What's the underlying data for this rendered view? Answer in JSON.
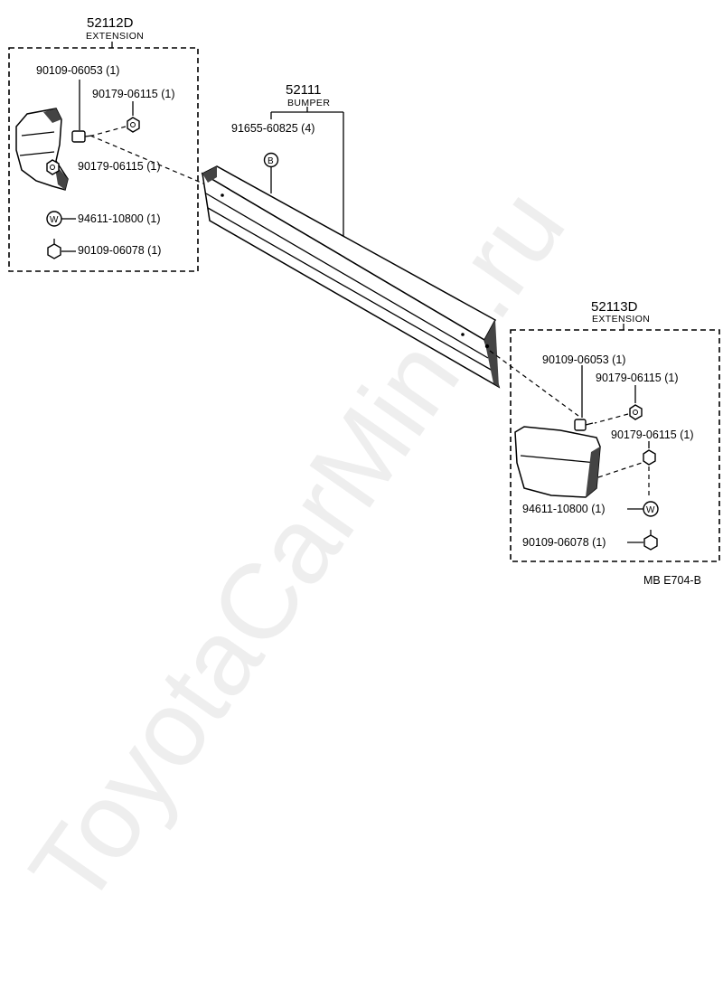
{
  "watermark": "ToyotaCarMine.ru",
  "ref_code": "MB  E704-B",
  "bumper": {
    "code": "52111",
    "caption": "BUMPER",
    "bolt_label": "91655-60825 (4)",
    "bolt_symbol": "B"
  },
  "left_extension": {
    "code": "52112D",
    "caption": "EXTENSION",
    "labels": {
      "bolt_top": "90109-06053 (1)",
      "nut_top": "90179-06115 (1)",
      "nut_mid": "90179-06115 (1)",
      "washer": "94611-10800 (1)",
      "bolt_bottom": "90109-06078 (1)"
    },
    "washer_symbol": "W"
  },
  "right_extension": {
    "code": "52113D",
    "caption": "EXTENSION",
    "labels": {
      "bolt_top": "90109-06053 (1)",
      "nut_top": "90179-06115 (1)",
      "nut_mid": "90179-06115 (1)",
      "washer": "94611-10800 (1)",
      "bolt_bottom": "90109-06078 (1)"
    },
    "washer_symbol": "W"
  }
}
